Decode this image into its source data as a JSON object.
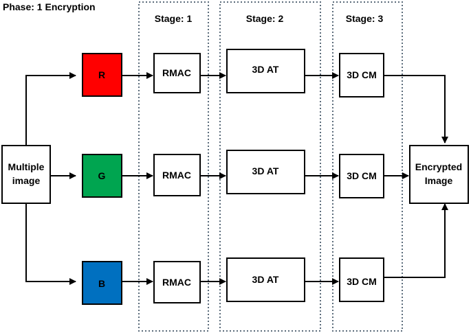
{
  "title": "Phase: 1  Encryption",
  "stages": [
    {
      "label": "Stage: 1"
    },
    {
      "label": "Stage: 2"
    },
    {
      "label": "Stage: 3"
    }
  ],
  "input_box": {
    "line1": "Multiple",
    "line2": "image"
  },
  "channels": [
    {
      "label": "R",
      "color": "#ff0000"
    },
    {
      "label": "G",
      "color": "#00a550"
    },
    {
      "label": "B",
      "color": "#0070c0"
    }
  ],
  "rows": [
    {
      "stage1": "RMAC",
      "stage2": "3D AT",
      "stage3": "3D CM"
    },
    {
      "stage1": "RMAC",
      "stage2": "3D AT",
      "stage3": "3D CM"
    },
    {
      "stage1": "RMAC",
      "stage2": "3D AT",
      "stage3": "3D CM"
    }
  ],
  "output_box": {
    "line1": "Encrypted",
    "line2": "Image"
  },
  "colors": {
    "dotted_border": "#5a6b7a",
    "stroke": "#000000"
  }
}
